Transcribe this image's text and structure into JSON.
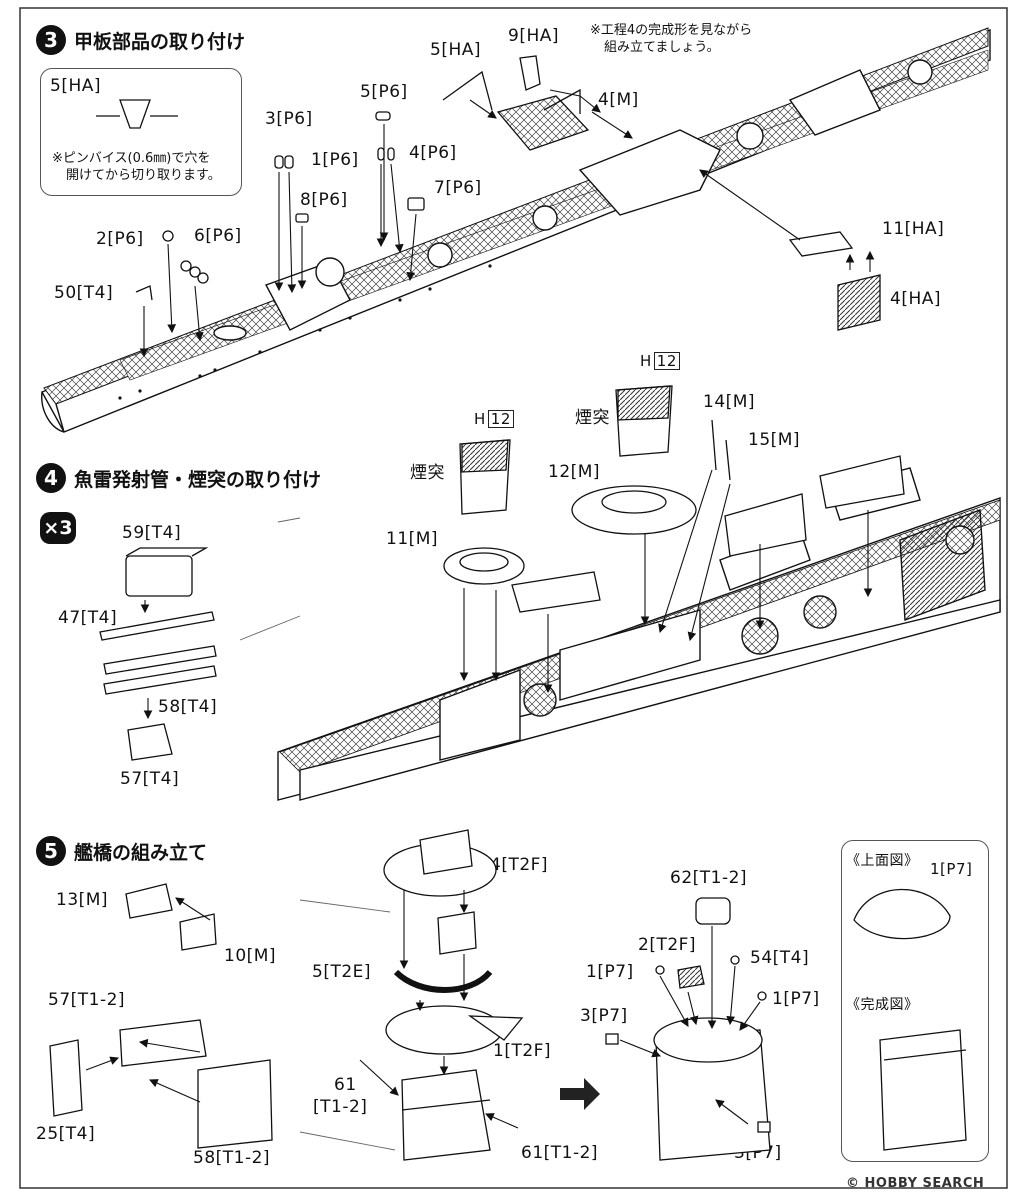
{
  "steps": [
    {
      "number": "3",
      "title": "甲板部品の取り付け"
    },
    {
      "number": "4",
      "title": "魚雷発射管・煙突の取り付け"
    },
    {
      "number": "5",
      "title": "艦橋の組み立て"
    }
  ],
  "step3": {
    "note_top": [
      "※工程4の完成形を見ながら",
      "組み立てましょう。"
    ],
    "inset": {
      "label": "5[HA]",
      "note": [
        "※ピンバイス(0.6㎜)で穴を",
        "開けてから切り取ります。"
      ]
    },
    "labels": {
      "p5ha": "5[HA]",
      "p9ha": "9[HA]",
      "p4m": "4[M]",
      "p5p6": "5[P6]",
      "p3p6": "3[P6]",
      "p1p6": "1[P6]",
      "p4p6": "4[P6]",
      "p8p6": "8[P6]",
      "p7p6": "7[P6]",
      "p2p6": "2[P6]",
      "p6p6": "6[P6]",
      "p50t4": "50[T4]",
      "p11ha": "11[HA]",
      "p4ha": "4[HA]"
    }
  },
  "step4": {
    "multiplier": "×3",
    "h_mark": "H",
    "h_num": "12",
    "funnel_label": "煙突",
    "labels": {
      "p59t4": "59[T4]",
      "p47t4": "47[T4]",
      "p58t4": "58[T4]",
      "p57t4": "57[T4]",
      "p11m": "11[M]",
      "p12m": "12[M]",
      "p14m": "14[M]",
      "p15m": "15[M]"
    }
  },
  "step5": {
    "labels": {
      "p13m": "13[M]",
      "p10m": "10[M]",
      "p4t2f": "4[T2F]",
      "p5t2e": "5[T2E]",
      "p1t2f": "1[T2F]",
      "p61a_num": "61",
      "p61a_code": "[T1-2]",
      "p61b": "61[T1-2]",
      "p57t12": "57[T1-2]",
      "p25t4": "25[T4]",
      "p58t12": "58[T1-2]",
      "p62t12": "62[T1-2]",
      "p2t2f": "2[T2F]",
      "p1p7a": "1[P7]",
      "p54t4": "54[T4]",
      "p1p7b": "1[P7]",
      "p3p7a": "3[P7]",
      "p3p7b": "3[P7]"
    },
    "views": {
      "top_title": "《上面図》",
      "top_label": "1[P7]",
      "done_title": "《完成図》"
    }
  },
  "watermark": "© HOBBY SEARCH"
}
